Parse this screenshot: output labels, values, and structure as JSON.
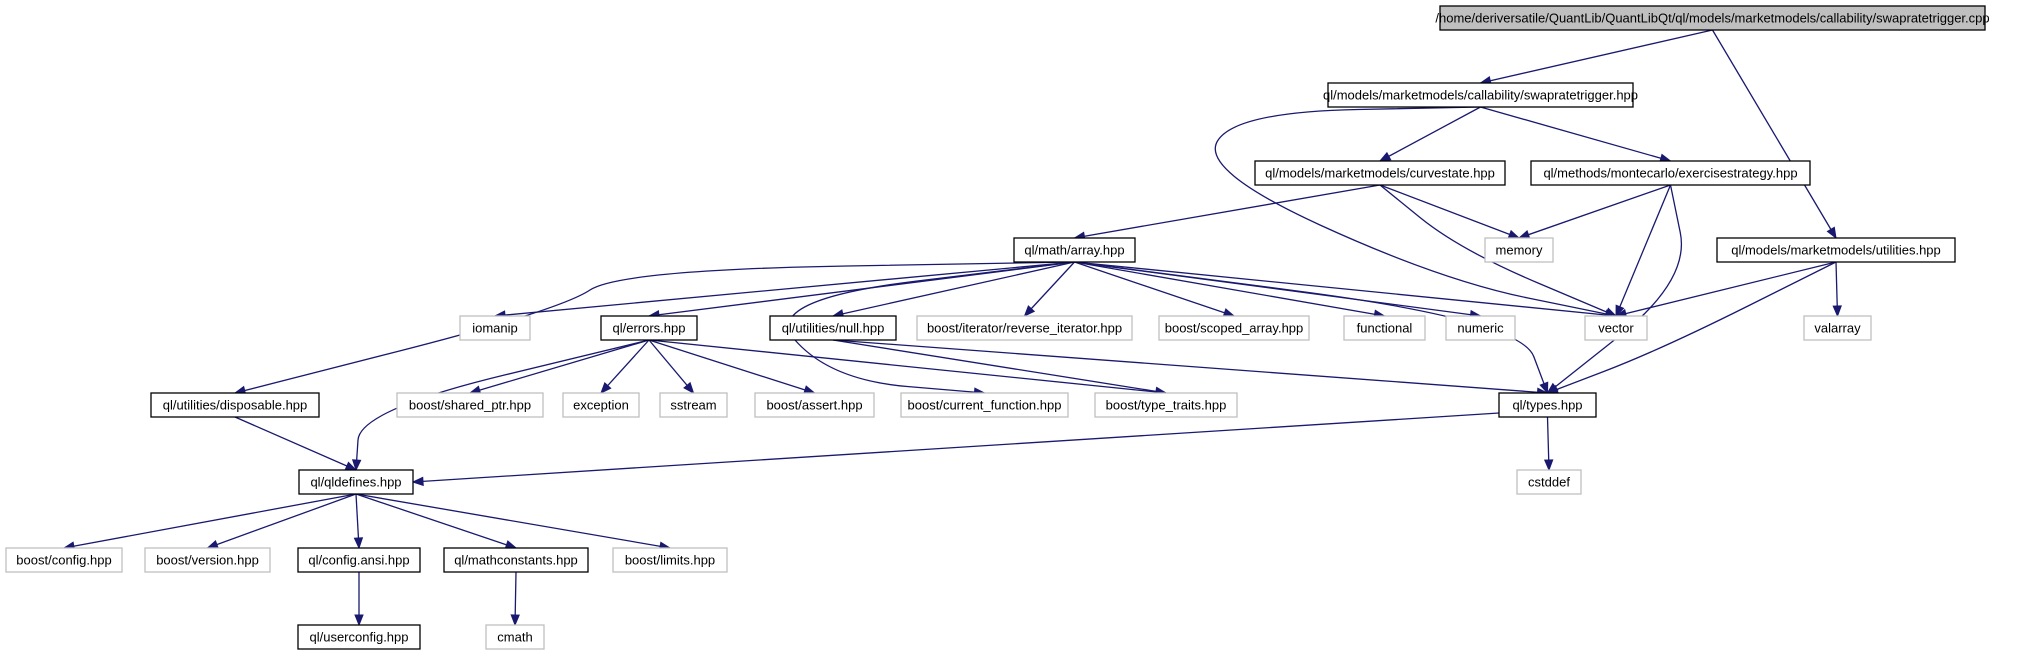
{
  "diagram": {
    "edge_color": "#191970",
    "root_fill": "#bfbfbf",
    "external_border": "#bfbfbf",
    "nodes": [
      {
        "id": "root",
        "label": "/home/deriversatile/QuantLib/QuantLibQt/ql/models/marketmodels/callability/swapratetrigger.cpp",
        "kind": "root"
      },
      {
        "id": "swaphpp",
        "label": "ql/models/marketmodels/callability/swapratetrigger.hpp",
        "kind": "local"
      },
      {
        "id": "curvestate",
        "label": "ql/models/marketmodels/curvestate.hpp",
        "kind": "local"
      },
      {
        "id": "exercisestrategy",
        "label": "ql/methods/montecarlo/exercisestrategy.hpp",
        "kind": "local"
      },
      {
        "id": "utilities",
        "label": "ql/models/marketmodels/utilities.hpp",
        "kind": "local"
      },
      {
        "id": "array",
        "label": "ql/math/array.hpp",
        "kind": "local"
      },
      {
        "id": "memory",
        "label": "memory",
        "kind": "external"
      },
      {
        "id": "vector",
        "label": "vector",
        "kind": "external"
      },
      {
        "id": "valarray",
        "label": "valarray",
        "kind": "external"
      },
      {
        "id": "iomanip",
        "label": "iomanip",
        "kind": "external"
      },
      {
        "id": "errors",
        "label": "ql/errors.hpp",
        "kind": "local"
      },
      {
        "id": "null",
        "label": "ql/utilities/null.hpp",
        "kind": "local"
      },
      {
        "id": "revit",
        "label": "boost/iterator/reverse_iterator.hpp",
        "kind": "external"
      },
      {
        "id": "scoped",
        "label": "boost/scoped_array.hpp",
        "kind": "external"
      },
      {
        "id": "functional",
        "label": "functional",
        "kind": "external"
      },
      {
        "id": "numeric",
        "label": "numeric",
        "kind": "external"
      },
      {
        "id": "disposable",
        "label": "ql/utilities/disposable.hpp",
        "kind": "local"
      },
      {
        "id": "sharedptr",
        "label": "boost/shared_ptr.hpp",
        "kind": "external"
      },
      {
        "id": "exception",
        "label": "exception",
        "kind": "external"
      },
      {
        "id": "sstream",
        "label": "sstream",
        "kind": "external"
      },
      {
        "id": "assert",
        "label": "boost/assert.hpp",
        "kind": "external"
      },
      {
        "id": "curfunc",
        "label": "boost/current_function.hpp",
        "kind": "external"
      },
      {
        "id": "typetraits",
        "label": "boost/type_traits.hpp",
        "kind": "external"
      },
      {
        "id": "types",
        "label": "ql/types.hpp",
        "kind": "local"
      },
      {
        "id": "qldefines",
        "label": "ql/qldefines.hpp",
        "kind": "local"
      },
      {
        "id": "cstddef",
        "label": "cstddef",
        "kind": "external"
      },
      {
        "id": "bconfig",
        "label": "boost/config.hpp",
        "kind": "external"
      },
      {
        "id": "bversion",
        "label": "boost/version.hpp",
        "kind": "external"
      },
      {
        "id": "configansi",
        "label": "ql/config.ansi.hpp",
        "kind": "local"
      },
      {
        "id": "mathconst",
        "label": "ql/mathconstants.hpp",
        "kind": "local"
      },
      {
        "id": "blimits",
        "label": "boost/limits.hpp",
        "kind": "external"
      },
      {
        "id": "userconfig",
        "label": "ql/userconfig.hpp",
        "kind": "local"
      },
      {
        "id": "cmath",
        "label": "cmath",
        "kind": "external"
      }
    ],
    "edges": [
      [
        "root",
        "swaphpp"
      ],
      [
        "root",
        "utilities"
      ],
      [
        "swaphpp",
        "curvestate"
      ],
      [
        "swaphpp",
        "exercisestrategy"
      ],
      [
        "swaphpp",
        "vector"
      ],
      [
        "curvestate",
        "array"
      ],
      [
        "curvestate",
        "memory"
      ],
      [
        "curvestate",
        "vector"
      ],
      [
        "exercisestrategy",
        "memory"
      ],
      [
        "exercisestrategy",
        "vector"
      ],
      [
        "exercisestrategy",
        "types"
      ],
      [
        "utilities",
        "vector"
      ],
      [
        "utilities",
        "valarray"
      ],
      [
        "utilities",
        "types"
      ],
      [
        "array",
        "iomanip"
      ],
      [
        "array",
        "errors"
      ],
      [
        "array",
        "null"
      ],
      [
        "array",
        "revit"
      ],
      [
        "array",
        "scoped"
      ],
      [
        "array",
        "functional"
      ],
      [
        "array",
        "numeric"
      ],
      [
        "array",
        "vector"
      ],
      [
        "array",
        "disposable"
      ],
      [
        "array",
        "types"
      ],
      [
        "array",
        "curfunc"
      ],
      [
        "errors",
        "qldefines"
      ],
      [
        "errors",
        "sharedptr"
      ],
      [
        "errors",
        "exception"
      ],
      [
        "errors",
        "sstream"
      ],
      [
        "errors",
        "assert"
      ],
      [
        "errors",
        "typetraits"
      ],
      [
        "null",
        "types"
      ],
      [
        "null",
        "typetraits"
      ],
      [
        "disposable",
        "qldefines"
      ],
      [
        "types",
        "qldefines"
      ],
      [
        "types",
        "cstddef"
      ],
      [
        "qldefines",
        "bconfig"
      ],
      [
        "qldefines",
        "bversion"
      ],
      [
        "qldefines",
        "configansi"
      ],
      [
        "qldefines",
        "mathconst"
      ],
      [
        "qldefines",
        "blimits"
      ],
      [
        "configansi",
        "userconfig"
      ],
      [
        "mathconst",
        "cmath"
      ]
    ]
  }
}
